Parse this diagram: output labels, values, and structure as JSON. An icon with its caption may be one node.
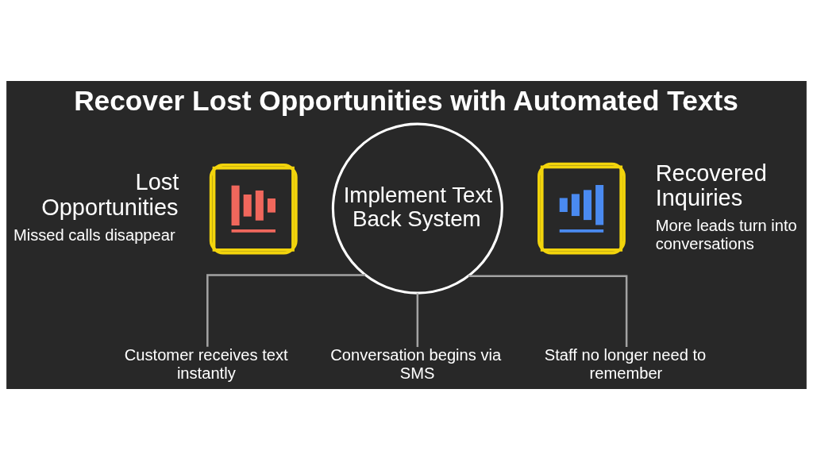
{
  "diagram": {
    "title": "Recover Lost Opportunities with Automated Texts",
    "nodes": [
      {
        "text": [
          "Implement Text Back System"
        ]
      },
      {
        "text": [
          "Lost Opportunities",
          "Missed calls disappear"
        ]
      },
      {
        "text": [
          "Recovered Inquiries",
          "More leads turn into conversations"
        ]
      },
      {
        "text": [
          "Customer receives text instantly"
        ]
      },
      {
        "text": [
          "Conversation begins via SMS"
        ]
      },
      {
        "text": [
          "Staff no longer need to remember"
        ]
      }
    ],
    "edges": [
      {
        "from": 0,
        "to": 3,
        "arrow": "none"
      },
      {
        "from": 0,
        "to": 4,
        "arrow": "none"
      },
      {
        "from": 0,
        "to": 5,
        "arrow": "none"
      }
    ]
  }
}
